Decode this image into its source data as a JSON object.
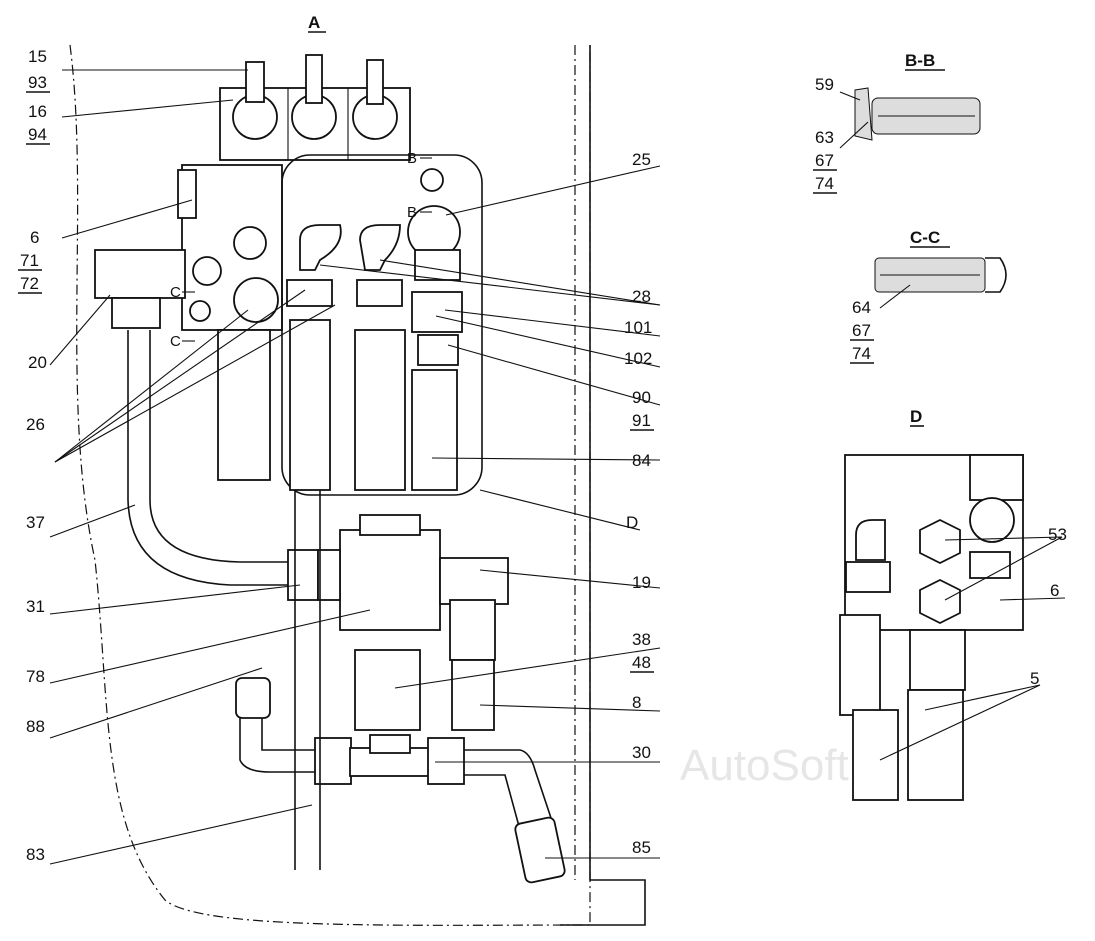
{
  "view_labels": {
    "main": "A",
    "section_b": "B-B",
    "section_c": "C-C",
    "detail_d": "D",
    "cut_b_top": "B",
    "cut_b_bottom": "B",
    "cut_c_top": "C",
    "cut_c_bottom": "C"
  },
  "callouts_left": [
    {
      "id": "15",
      "underlined": false
    },
    {
      "id": "93",
      "underlined": true
    },
    {
      "id": "16",
      "underlined": false
    },
    {
      "id": "94",
      "underlined": true
    },
    {
      "id": "6",
      "underlined": false
    },
    {
      "id": "71",
      "underlined": true
    },
    {
      "id": "72",
      "underlined": true
    },
    {
      "id": "20",
      "underlined": false
    },
    {
      "id": "26",
      "underlined": false
    },
    {
      "id": "37",
      "underlined": false
    },
    {
      "id": "31",
      "underlined": false
    },
    {
      "id": "78",
      "underlined": false
    },
    {
      "id": "88",
      "underlined": false
    },
    {
      "id": "83",
      "underlined": false
    }
  ],
  "callouts_right": [
    {
      "id": "25",
      "underlined": false
    },
    {
      "id": "28",
      "underlined": false
    },
    {
      "id": "101",
      "underlined": false
    },
    {
      "id": "102",
      "underlined": false
    },
    {
      "id": "90",
      "underlined": false
    },
    {
      "id": "91",
      "underlined": true
    },
    {
      "id": "84",
      "underlined": false
    },
    {
      "id": "D",
      "underlined": false
    },
    {
      "id": "19",
      "underlined": false
    },
    {
      "id": "38",
      "underlined": false
    },
    {
      "id": "48",
      "underlined": true
    },
    {
      "id": "8",
      "underlined": false
    },
    {
      "id": "30",
      "underlined": false
    },
    {
      "id": "85",
      "underlined": false
    }
  ],
  "section_b_callouts": [
    "59",
    "63",
    "67",
    "74"
  ],
  "section_c_callouts": [
    "64",
    "67",
    "74"
  ],
  "detail_d_callouts": [
    "53",
    "6",
    "5"
  ],
  "watermark": "AutoSoft"
}
